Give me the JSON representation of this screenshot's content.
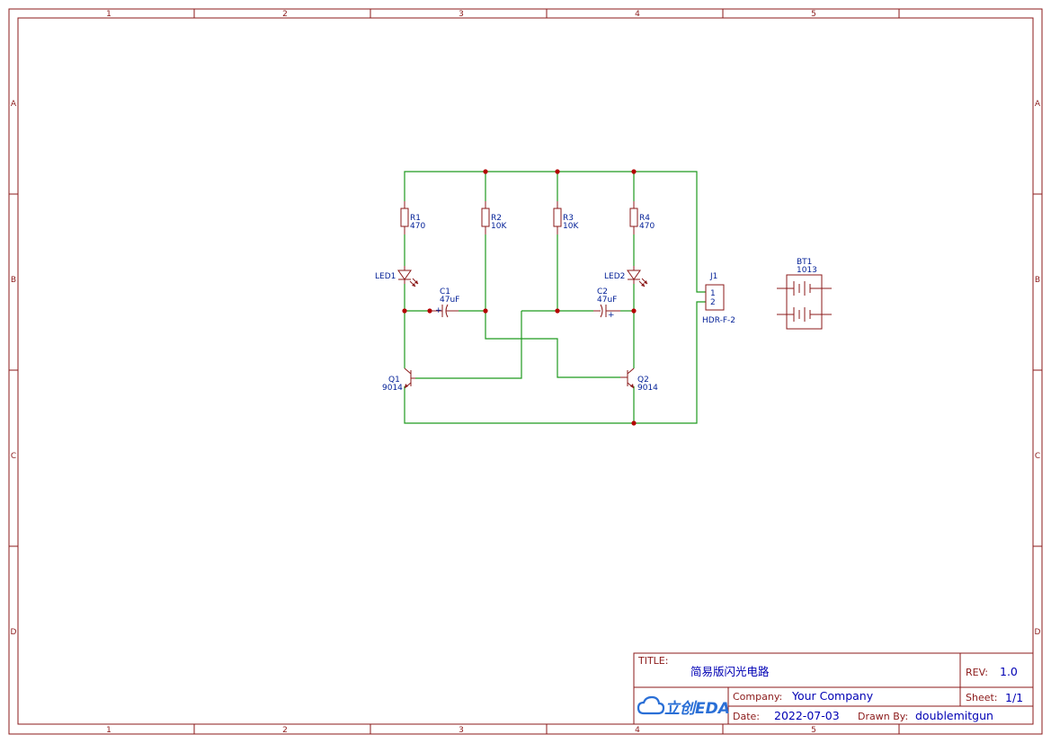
{
  "sheet": {
    "column_markers": [
      "1",
      "2",
      "3",
      "4",
      "5"
    ],
    "row_markers": [
      "A",
      "B",
      "C",
      "D"
    ]
  },
  "components": {
    "R1": {
      "ref": "R1",
      "value": "470"
    },
    "R2": {
      "ref": "R2",
      "value": "10K"
    },
    "R3": {
      "ref": "R3",
      "value": "10K"
    },
    "R4": {
      "ref": "R4",
      "value": "470"
    },
    "LED1": {
      "ref": "LED1"
    },
    "LED2": {
      "ref": "LED2"
    },
    "C1": {
      "ref": "C1",
      "value": "47uF",
      "polarity": "+"
    },
    "C2": {
      "ref": "C2",
      "value": "47uF",
      "polarity": "+"
    },
    "Q1": {
      "ref": "Q1",
      "value": "9014"
    },
    "Q2": {
      "ref": "Q2",
      "value": "9014"
    },
    "J1": {
      "ref": "J1",
      "value": "HDR-F-2",
      "pin1": "1",
      "pin2": "2"
    },
    "BT1": {
      "ref": "BT1",
      "value": "1013"
    }
  },
  "title_block": {
    "title_label": "TITLE:",
    "title_value": "简易版闪光电路",
    "rev_label": "REV:",
    "rev_value": "1.0",
    "company_label": "Company:",
    "company_value": "Your Company",
    "sheet_label": "Sheet:",
    "sheet_value": "1/1",
    "date_label": "Date:",
    "date_value": "2022-07-03",
    "drawn_by_label": "Drawn By:",
    "drawn_by_value": "doublemitgun",
    "logo_text": "立创EDA"
  },
  "colors": {
    "frame": "#8b1a1a",
    "wire": "#1e9a1e",
    "junction": "#b50000",
    "designator_text": "#001e96",
    "title_value_text": "#0000b4",
    "logo": "#2a6fd6"
  }
}
